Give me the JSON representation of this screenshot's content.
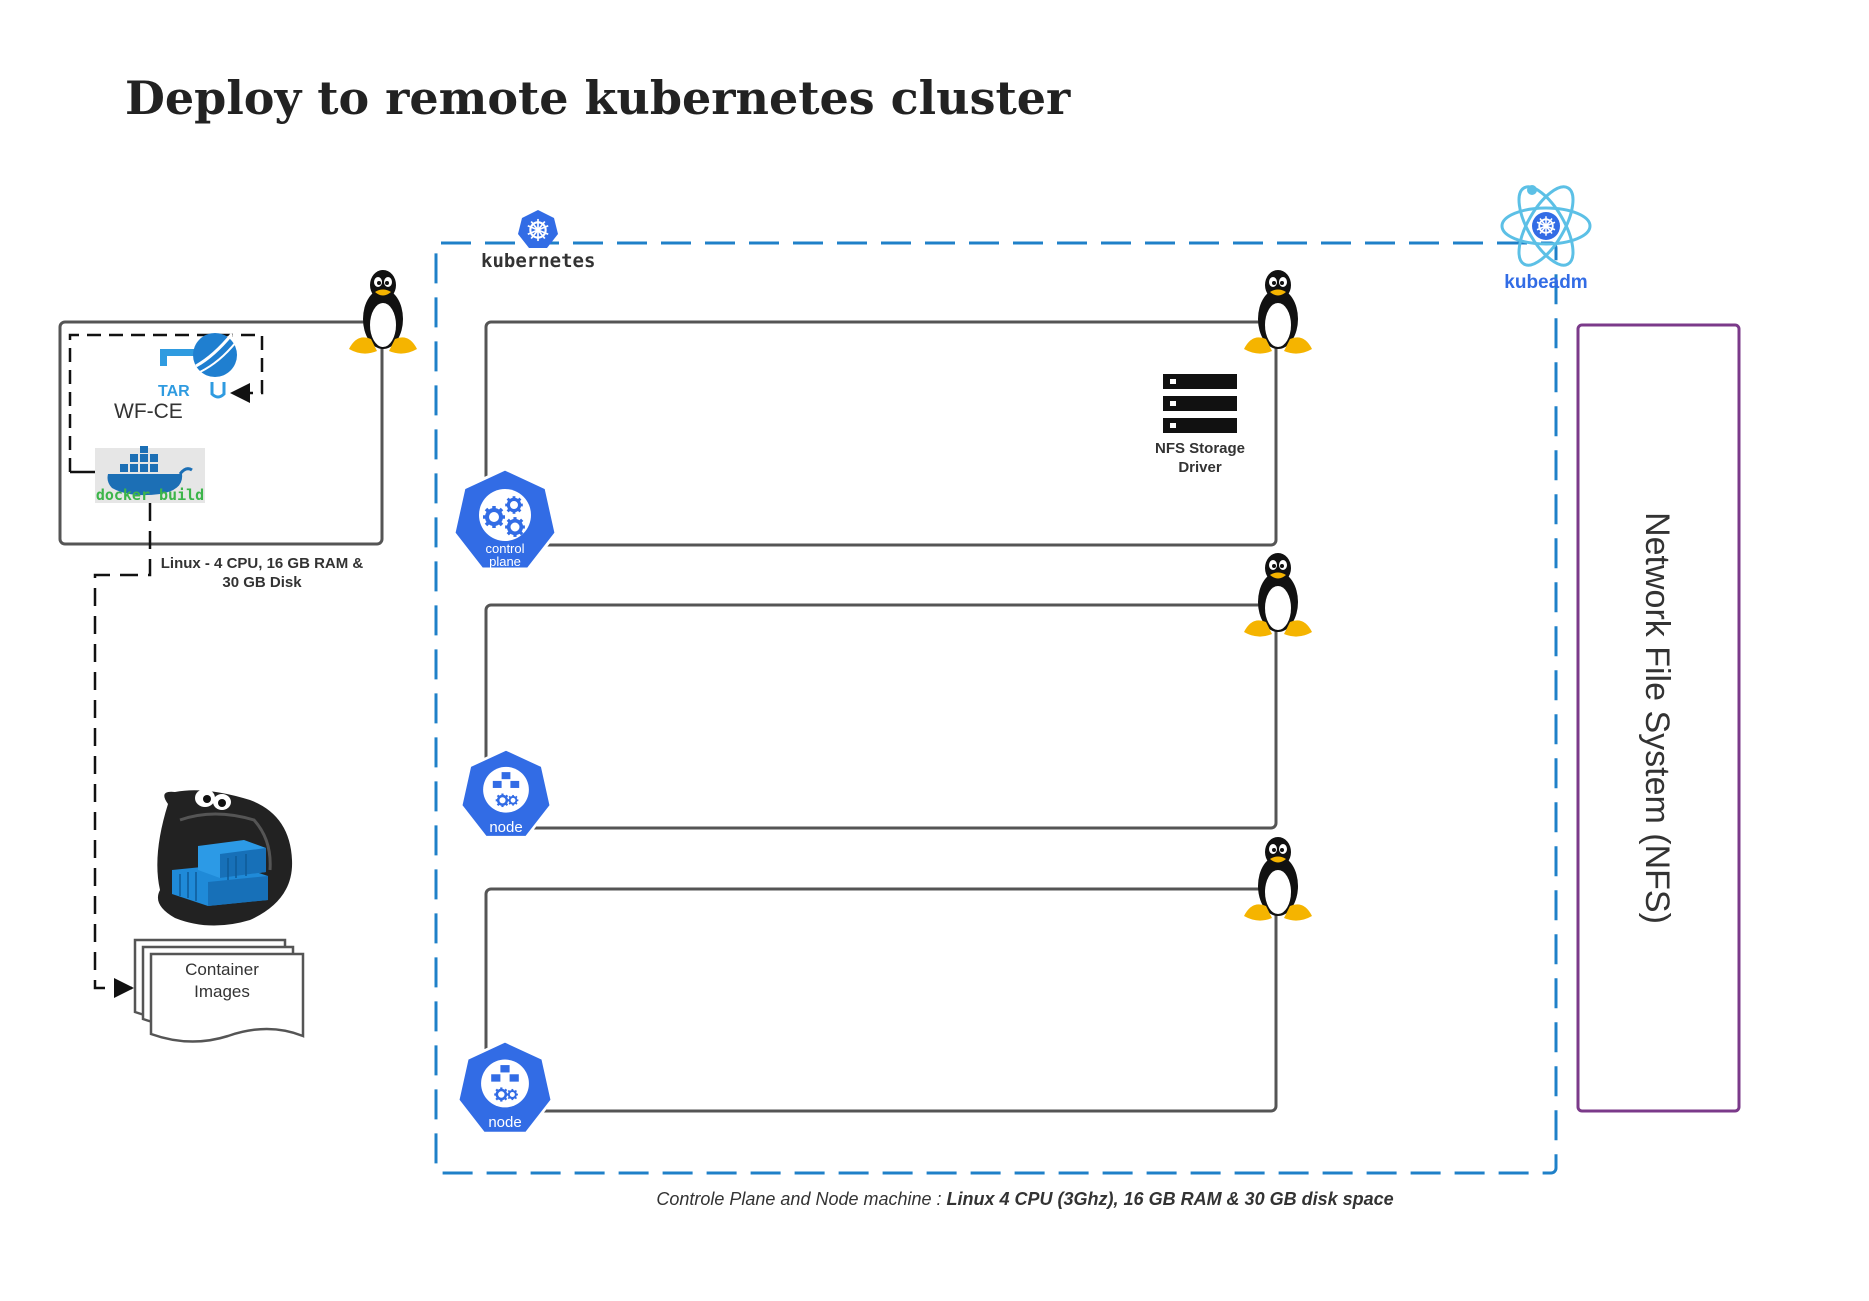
{
  "title": "Deploy to remote kubernetes cluster",
  "colors": {
    "cluster_border": "#1f80c8",
    "k8s_blue": "#326ce5",
    "nfs_border": "#7b3a8a",
    "box_border": "#555555",
    "penguin_beak": "#f5b400",
    "docker_green": "#3cb54a"
  },
  "workstation": {
    "wfce_label": "WF-CE",
    "tar_label": "TAR",
    "docker_build_label": "docker build",
    "specs_line1": "Linux - 4 CPU, 16 GB RAM &",
    "specs_line2": "30 GB Disk"
  },
  "registry": {
    "images_line1": "Container",
    "images_line2": "Images"
  },
  "cluster": {
    "kubernetes_label": "kubernetes",
    "kubeadm_label": "kubeadm",
    "nfs_driver_line1": "NFS Storage",
    "nfs_driver_line2": "Driver",
    "control_plane_line1": "control",
    "control_plane_line2": "plane",
    "node_label_1": "node",
    "node_label_2": "node"
  },
  "nfs": {
    "label": "Network File System (NFS)"
  },
  "caption": {
    "prefix": "Controle Plane and Node machine : ",
    "specs": "Linux 4 CPU (3Ghz), 16 GB RAM & 30 GB disk space"
  },
  "icons": [
    "linux-penguin-icon",
    "kubernetes-icon",
    "kubeadm-icon",
    "server-rack-icon",
    "control-plane-icon",
    "node-icon",
    "docker-icon",
    "wfce-icon",
    "container-images-icon",
    "registry-mascot-icon"
  ]
}
